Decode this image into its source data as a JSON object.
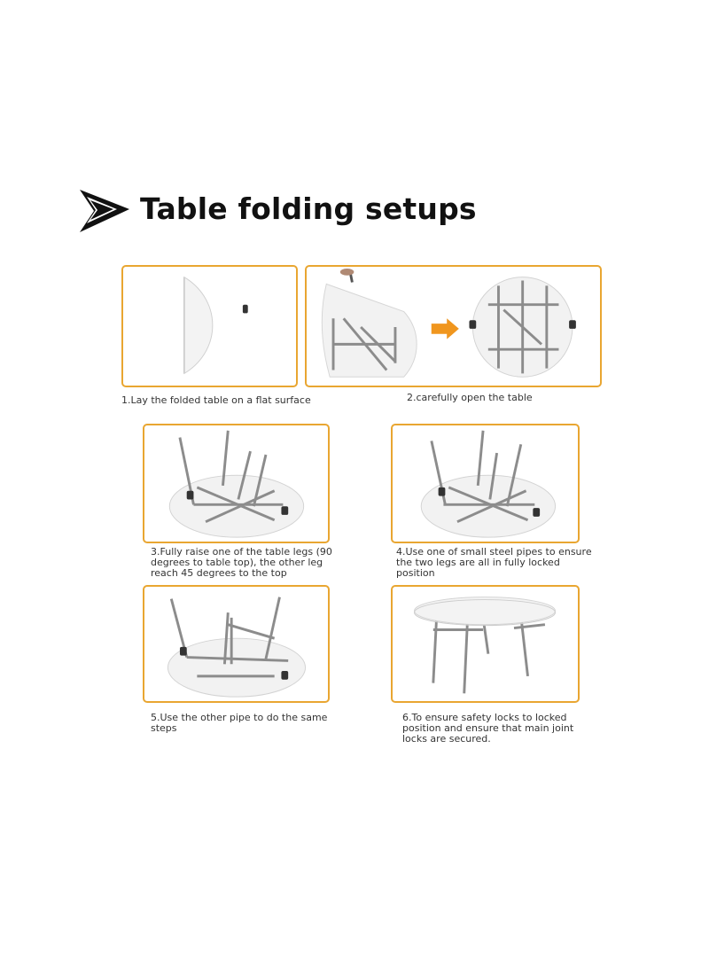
{
  "header": {
    "title": "Table folding setups",
    "icon": "double-chevron-arrow-icon"
  },
  "colors": {
    "panel_border": "#e9a631",
    "arrow": "#f0961e",
    "leg": "#8c8c8c",
    "table_top": "#f2f2f2"
  },
  "steps": [
    {
      "lines": [
        "1.Lay the folded table on a flat surface"
      ]
    },
    {
      "lines": [
        "2.carefully open the table"
      ]
    },
    {
      "lines": [
        "3.Fully raise one of the table legs (90",
        "degrees to table top), the other leg",
        "reach 45 degrees to the top"
      ]
    },
    {
      "lines": [
        "4.Use one of small steel pipes to ensure",
        "the two legs are all in fully locked",
        "position"
      ]
    },
    {
      "lines": [
        "5.Use the other pipe to do the same",
        "steps"
      ]
    },
    {
      "lines": [
        "6.To ensure safety locks to locked",
        "position and ensure that main joint",
        "locks are secured."
      ]
    }
  ]
}
